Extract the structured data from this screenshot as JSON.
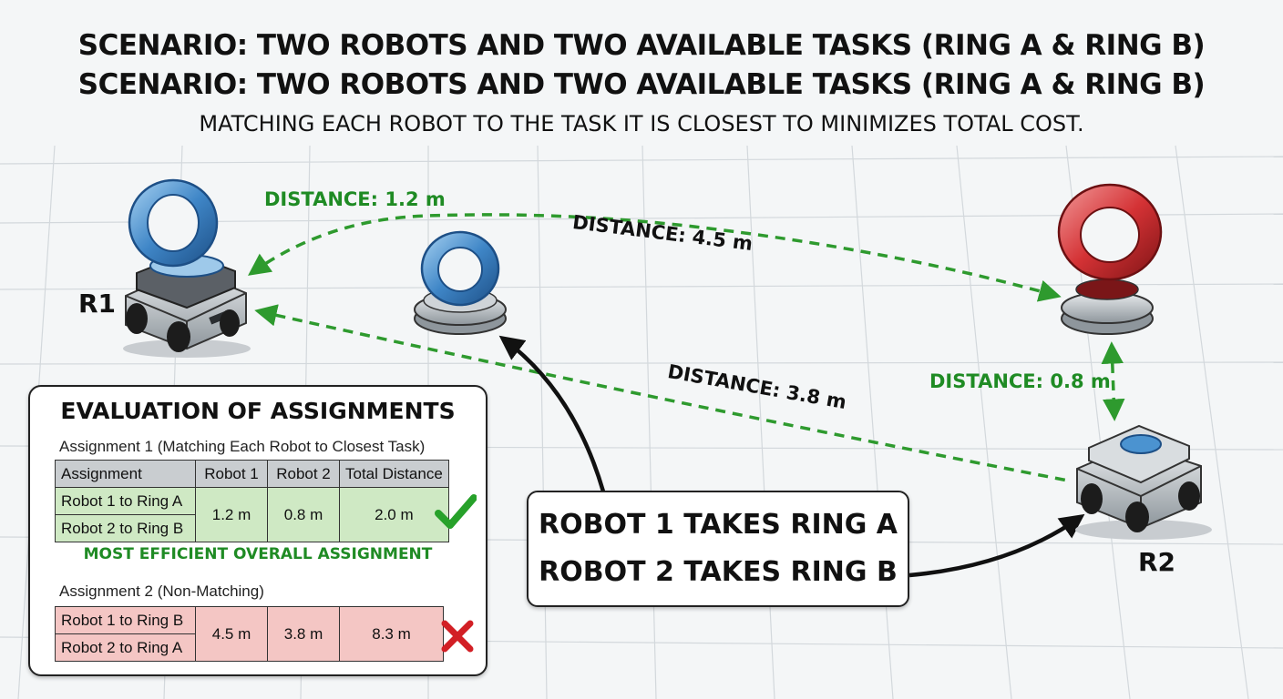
{
  "title_line_1": "SCENARIO: TWO ROBOTS AND TWO AVAILABLE TASKS (RING A & RING B)",
  "title_line_2": "SCENARIO: TWO ROBOTS AND TWO AVAILABLE TASKS (RING A & RING B)",
  "subtitle": "MATCHING EACH ROBOT TO THE TASK IT IS CLOSEST TO MINIMIZES TOTAL COST.",
  "robots": {
    "r1": "R1",
    "r2": "R2"
  },
  "distances": {
    "r1_ring_a": "DISTANCE: 1.2 m",
    "r1_ring_b": "DISTANCE: 4.5 m",
    "r2_ring_a": "DISTANCE: 3.8 m",
    "r2_ring_b": "DISTANCE: 0.8 m"
  },
  "evaluation": {
    "title": "EVALUATION OF ASSIGNMENTS",
    "assignment_1": {
      "caption": "Assignment 1 (Matching Each Robot to Closest Task)",
      "headers": [
        "Assignment",
        "Robot 1",
        "Robot 2",
        "Total Distance"
      ],
      "rows": [
        "Robot 1 to Ring A",
        "Robot 2 to Ring B"
      ],
      "robot_1": "1.2 m",
      "robot_2": "0.8 m",
      "total": "2.0 m",
      "status": "check-icon"
    },
    "verdict": "MOST EFFICIENT OVERALL ASSIGNMENT",
    "assignment_2": {
      "caption": "Assignment 2 (Non-Matching)",
      "rows": [
        "Robot 1 to Ring B",
        "Robot 2 to Ring A"
      ],
      "robot_1": "4.5 m",
      "robot_2": "3.8 m",
      "total": "8.3 m",
      "status": "cross-icon"
    }
  },
  "result": {
    "line_1": "ROBOT 1 TAKES RING A",
    "line_2": "ROBOT 2 TAKES RING B"
  },
  "colors": {
    "arrow_green": "#2e9a2e",
    "ring_a_blue": "#3f86c7",
    "ring_b_red": "#d43235",
    "check_green": "#27a12a",
    "cross_red": "#d21f25"
  }
}
